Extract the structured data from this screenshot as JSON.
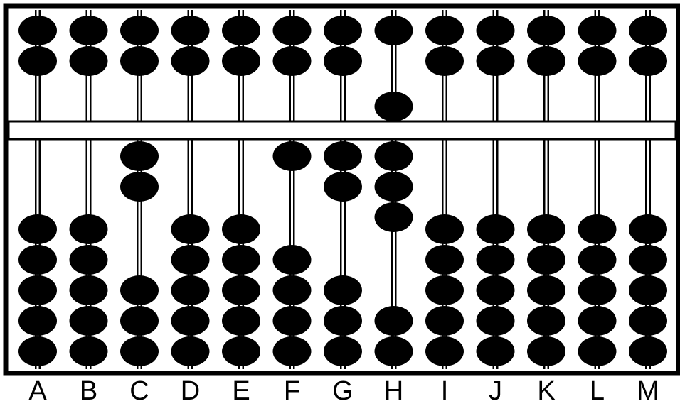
{
  "colors": {
    "frame": "#000000",
    "bead": "#000000",
    "rod": "#000000",
    "background": "#ffffff"
  },
  "beads_per_rod": {
    "upper": 2,
    "lower": 5
  },
  "rods": [
    {
      "label": "A",
      "upper_beads_at_beam": 0,
      "lower_beads_at_beam": 0
    },
    {
      "label": "B",
      "upper_beads_at_beam": 0,
      "lower_beads_at_beam": 0
    },
    {
      "label": "C",
      "upper_beads_at_beam": 0,
      "lower_beads_at_beam": 2
    },
    {
      "label": "D",
      "upper_beads_at_beam": 0,
      "lower_beads_at_beam": 0
    },
    {
      "label": "E",
      "upper_beads_at_beam": 0,
      "lower_beads_at_beam": 0
    },
    {
      "label": "F",
      "upper_beads_at_beam": 0,
      "lower_beads_at_beam": 1
    },
    {
      "label": "G",
      "upper_beads_at_beam": 0,
      "lower_beads_at_beam": 2
    },
    {
      "label": "H",
      "upper_beads_at_beam": 1,
      "lower_beads_at_beam": 3
    },
    {
      "label": "I",
      "upper_beads_at_beam": 0,
      "lower_beads_at_beam": 0
    },
    {
      "label": "J",
      "upper_beads_at_beam": 0,
      "lower_beads_at_beam": 0
    },
    {
      "label": "K",
      "upper_beads_at_beam": 0,
      "lower_beads_at_beam": 0
    },
    {
      "label": "L",
      "upper_beads_at_beam": 0,
      "lower_beads_at_beam": 0
    },
    {
      "label": "M",
      "upper_beads_at_beam": 0,
      "lower_beads_at_beam": 0
    }
  ]
}
